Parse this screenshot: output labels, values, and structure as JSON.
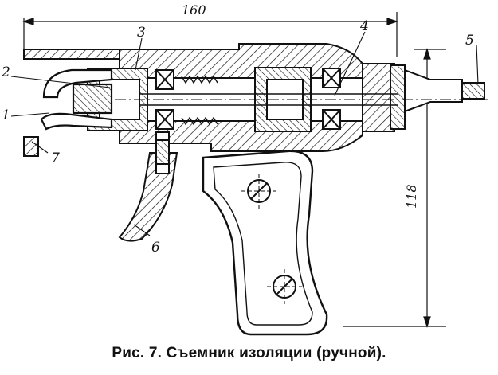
{
  "caption": "Рис. 7. Съемник изоляции (ручной).",
  "dimensions": {
    "length": "160",
    "height": "118"
  },
  "labels": {
    "p1": "1",
    "p2": "2",
    "p3": "3",
    "p4": "4",
    "p5": "5",
    "p6": "6",
    "p7": "7"
  },
  "colors": {
    "ink": "#111111",
    "paper": "#ffffff"
  }
}
